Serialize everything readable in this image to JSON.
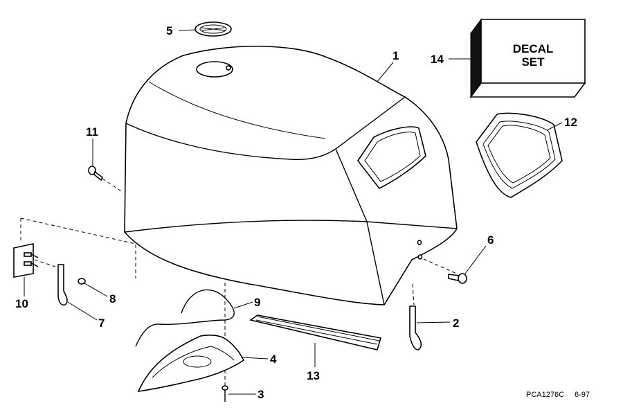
{
  "callouts": {
    "c1": "1",
    "c2": "2",
    "c3": "3",
    "c4": "4",
    "c5": "5",
    "c6": "6",
    "c7": "7",
    "c8": "8",
    "c9": "9",
    "c10": "10",
    "c11": "11",
    "c12": "12",
    "c13": "13",
    "c14": "14"
  },
  "decal": {
    "line1": "DECAL",
    "line2": "SET"
  },
  "footer": {
    "code": "PCA1276C",
    "date": "6-97"
  }
}
